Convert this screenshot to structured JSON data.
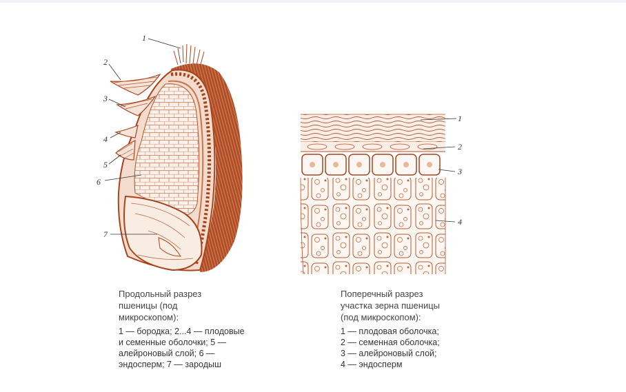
{
  "left_figure": {
    "title_lines": [
      "Продольный разрез",
      "пшеницы (под",
      "микроскопом):"
    ],
    "legend_lines": [
      "1 — бородка; 2...4 — плодовые",
      "и семенные оболочки; 5 —",
      "алейроновый слой; 6 —",
      "эндосперм; 7 — зародыш"
    ],
    "labels": [
      "1",
      "2",
      "3",
      "4",
      "5",
      "6",
      "7"
    ]
  },
  "right_figure": {
    "title_lines": [
      "Поперечный разрез",
      "участка зерна пшеницы",
      "(под микроскопом):"
    ],
    "legend_lines": [
      "1 — плодовая оболочка;",
      "2 — семенная оболочка;",
      "3 — алейроновый слой;",
      "4 — эндосперм"
    ],
    "labels": [
      "1",
      "2",
      "3",
      "4"
    ]
  },
  "colors": {
    "ink": "#b4532a",
    "fill": "#f6e4d8",
    "dark": "#a8441c"
  }
}
